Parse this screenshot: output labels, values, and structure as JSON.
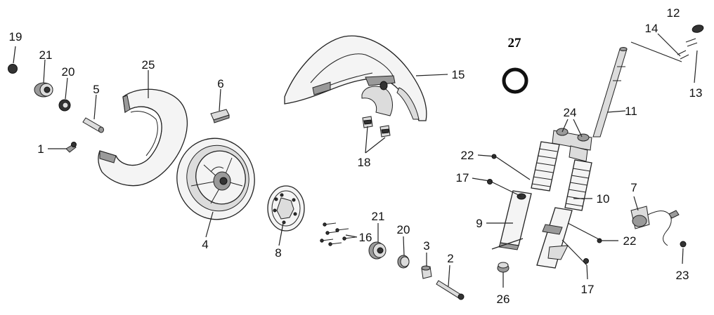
{
  "diagram": {
    "background": "#ffffff",
    "line_color": "#222222",
    "callouts": [
      "19",
      "21",
      "20",
      "25",
      "5",
      "6",
      "1",
      "4",
      "8",
      "16",
      "21",
      "20",
      "3",
      "2",
      "15",
      "18",
      "27",
      "14",
      "12",
      "13",
      "11",
      "24",
      "22",
      "17",
      "9",
      "10",
      "7",
      "22",
      "23",
      "26",
      "17"
    ]
  }
}
